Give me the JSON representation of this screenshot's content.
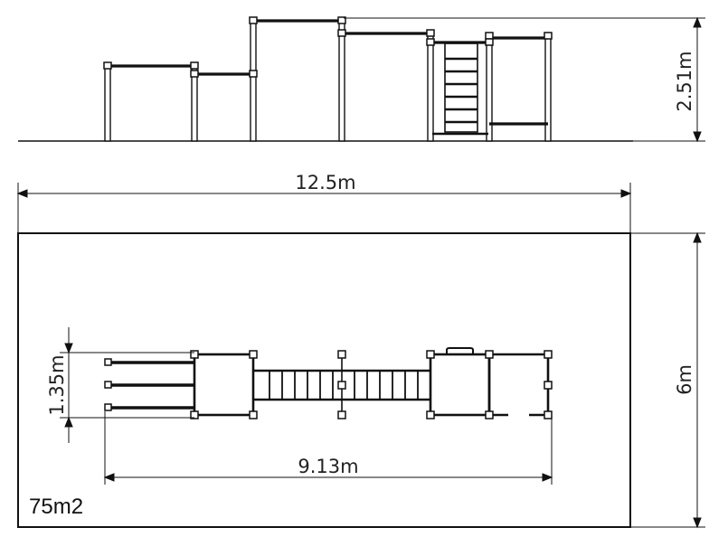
{
  "diagram": {
    "elevation": {
      "height_label": "2.51m"
    },
    "plan": {
      "overall_length_label": "12.5m",
      "overall_width_label": "6m",
      "equipment_depth_label": "1.35m",
      "equipment_length_label": "9.13m",
      "area_label": "75m2"
    },
    "colors": {
      "line": "#111111",
      "background": "#ffffff"
    }
  }
}
